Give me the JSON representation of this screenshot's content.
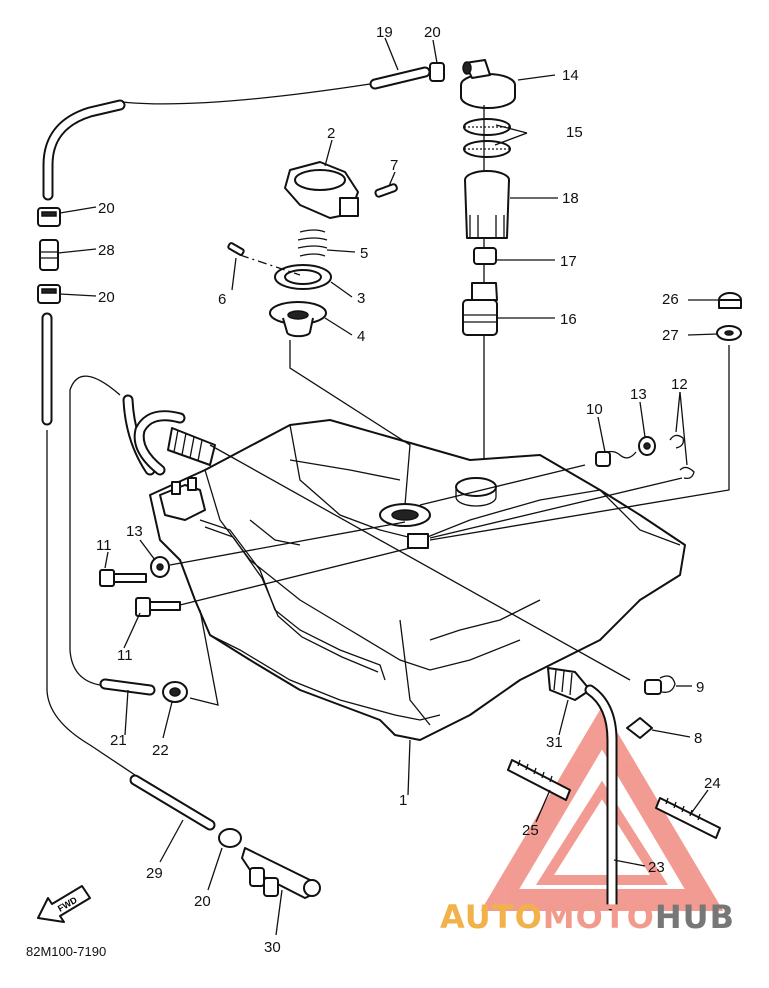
{
  "diagram_code": "82M100-7190",
  "fwd_label": "FWD",
  "watermark": {
    "part1": "AUTO",
    "part2": "MOTO",
    "part3": "HUB",
    "colors": {
      "auto": "#f2b24a",
      "moto": "#f29a8c",
      "hub": "#777777",
      "triangle": "#e84b3c"
    }
  },
  "callouts": {
    "c1": "1",
    "c2": "2",
    "c3": "3",
    "c4": "4",
    "c5": "5",
    "c6": "6",
    "c7": "7",
    "c8": "8",
    "c9": "9",
    "c10": "10",
    "c11a": "11",
    "c11b": "11",
    "c12": "12",
    "c13a": "13",
    "c13b": "13",
    "c14": "14",
    "c15": "15",
    "c16": "16",
    "c17": "17",
    "c18": "18",
    "c19": "19",
    "c20a": "20",
    "c20b": "20",
    "c20c": "20",
    "c20d": "20",
    "c21": "21",
    "c22": "22",
    "c23": "23",
    "c24": "24",
    "c25": "25",
    "c26": "26",
    "c27": "27",
    "c28": "28",
    "c29": "29",
    "c30": "30",
    "c31": "31"
  }
}
